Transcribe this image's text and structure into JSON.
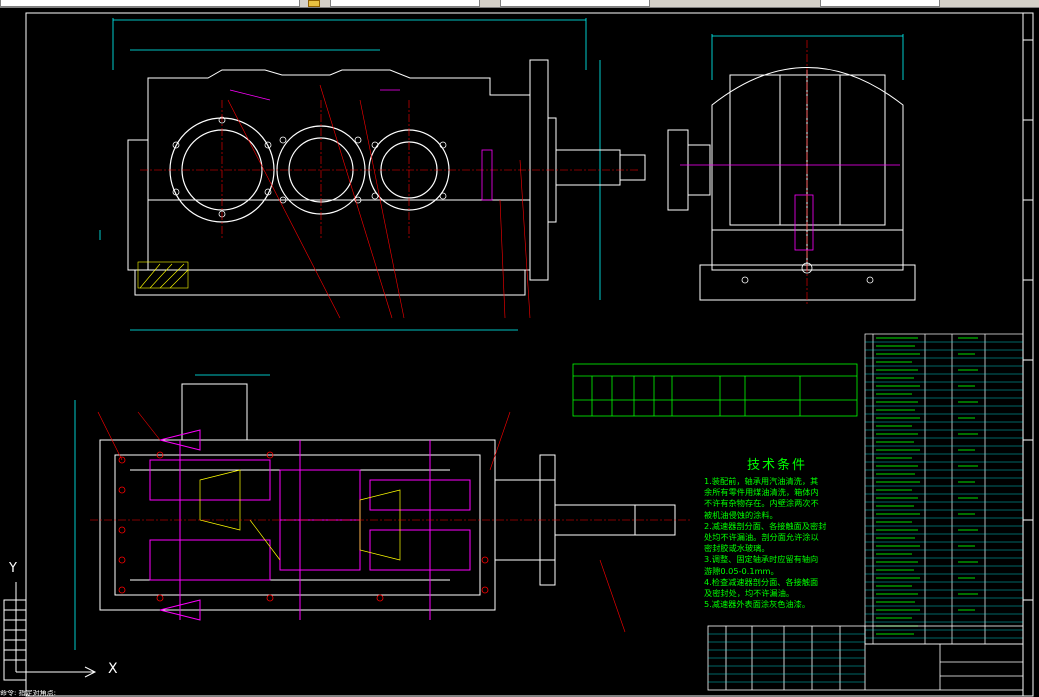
{
  "window": {
    "toolbar_fields": [
      "",
      "",
      "",
      ""
    ]
  },
  "ucs": {
    "x_label": "X",
    "y_label": "Y"
  },
  "command_line": {
    "text": "命令: 指定对角点:"
  },
  "tech_requirements": {
    "title": "技术条件",
    "lines": [
      "1.装配前，轴承用汽油清洗，其",
      "余所有零件用煤油清洗，箱体内",
      "不许有杂物存在。内壁涂两次不",
      "被机油侵蚀的涂料。",
      "2.减速器剖分面、各接触面及密封",
      "处均不许漏油。剖分面允许涂以",
      "密封胶或水玻璃。",
      "3.调整、固定轴承时应留有轴向",
      "游隙0.05-0.1mm。",
      "4.检查减速器剖分面、各接触面",
      "及密封处，均不许漏油。",
      "5.减速器外表面涂灰色油漆。"
    ]
  },
  "colors": {
    "background": "#000000",
    "outline": "#ffffff",
    "section": "#ff00ff",
    "hidden": "#ff0000",
    "dimension": "#00ffff",
    "annotation": "#00ff00",
    "hatch": "#ffff00",
    "centerline": "#ff0000"
  }
}
